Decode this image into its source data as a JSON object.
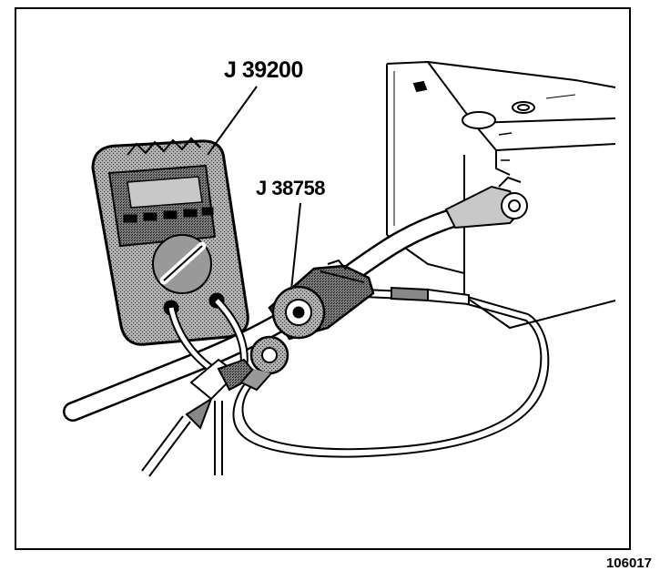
{
  "figure": {
    "callouts": {
      "meter": "J 39200",
      "current_probe": "J 38758"
    },
    "figure_number": "106017"
  },
  "colors": {
    "line": "#000000",
    "tone_dark": "#555555",
    "tone_mid": "#9a9a9a",
    "tone_light": "#c8c8c8",
    "background": "#ffffff"
  }
}
